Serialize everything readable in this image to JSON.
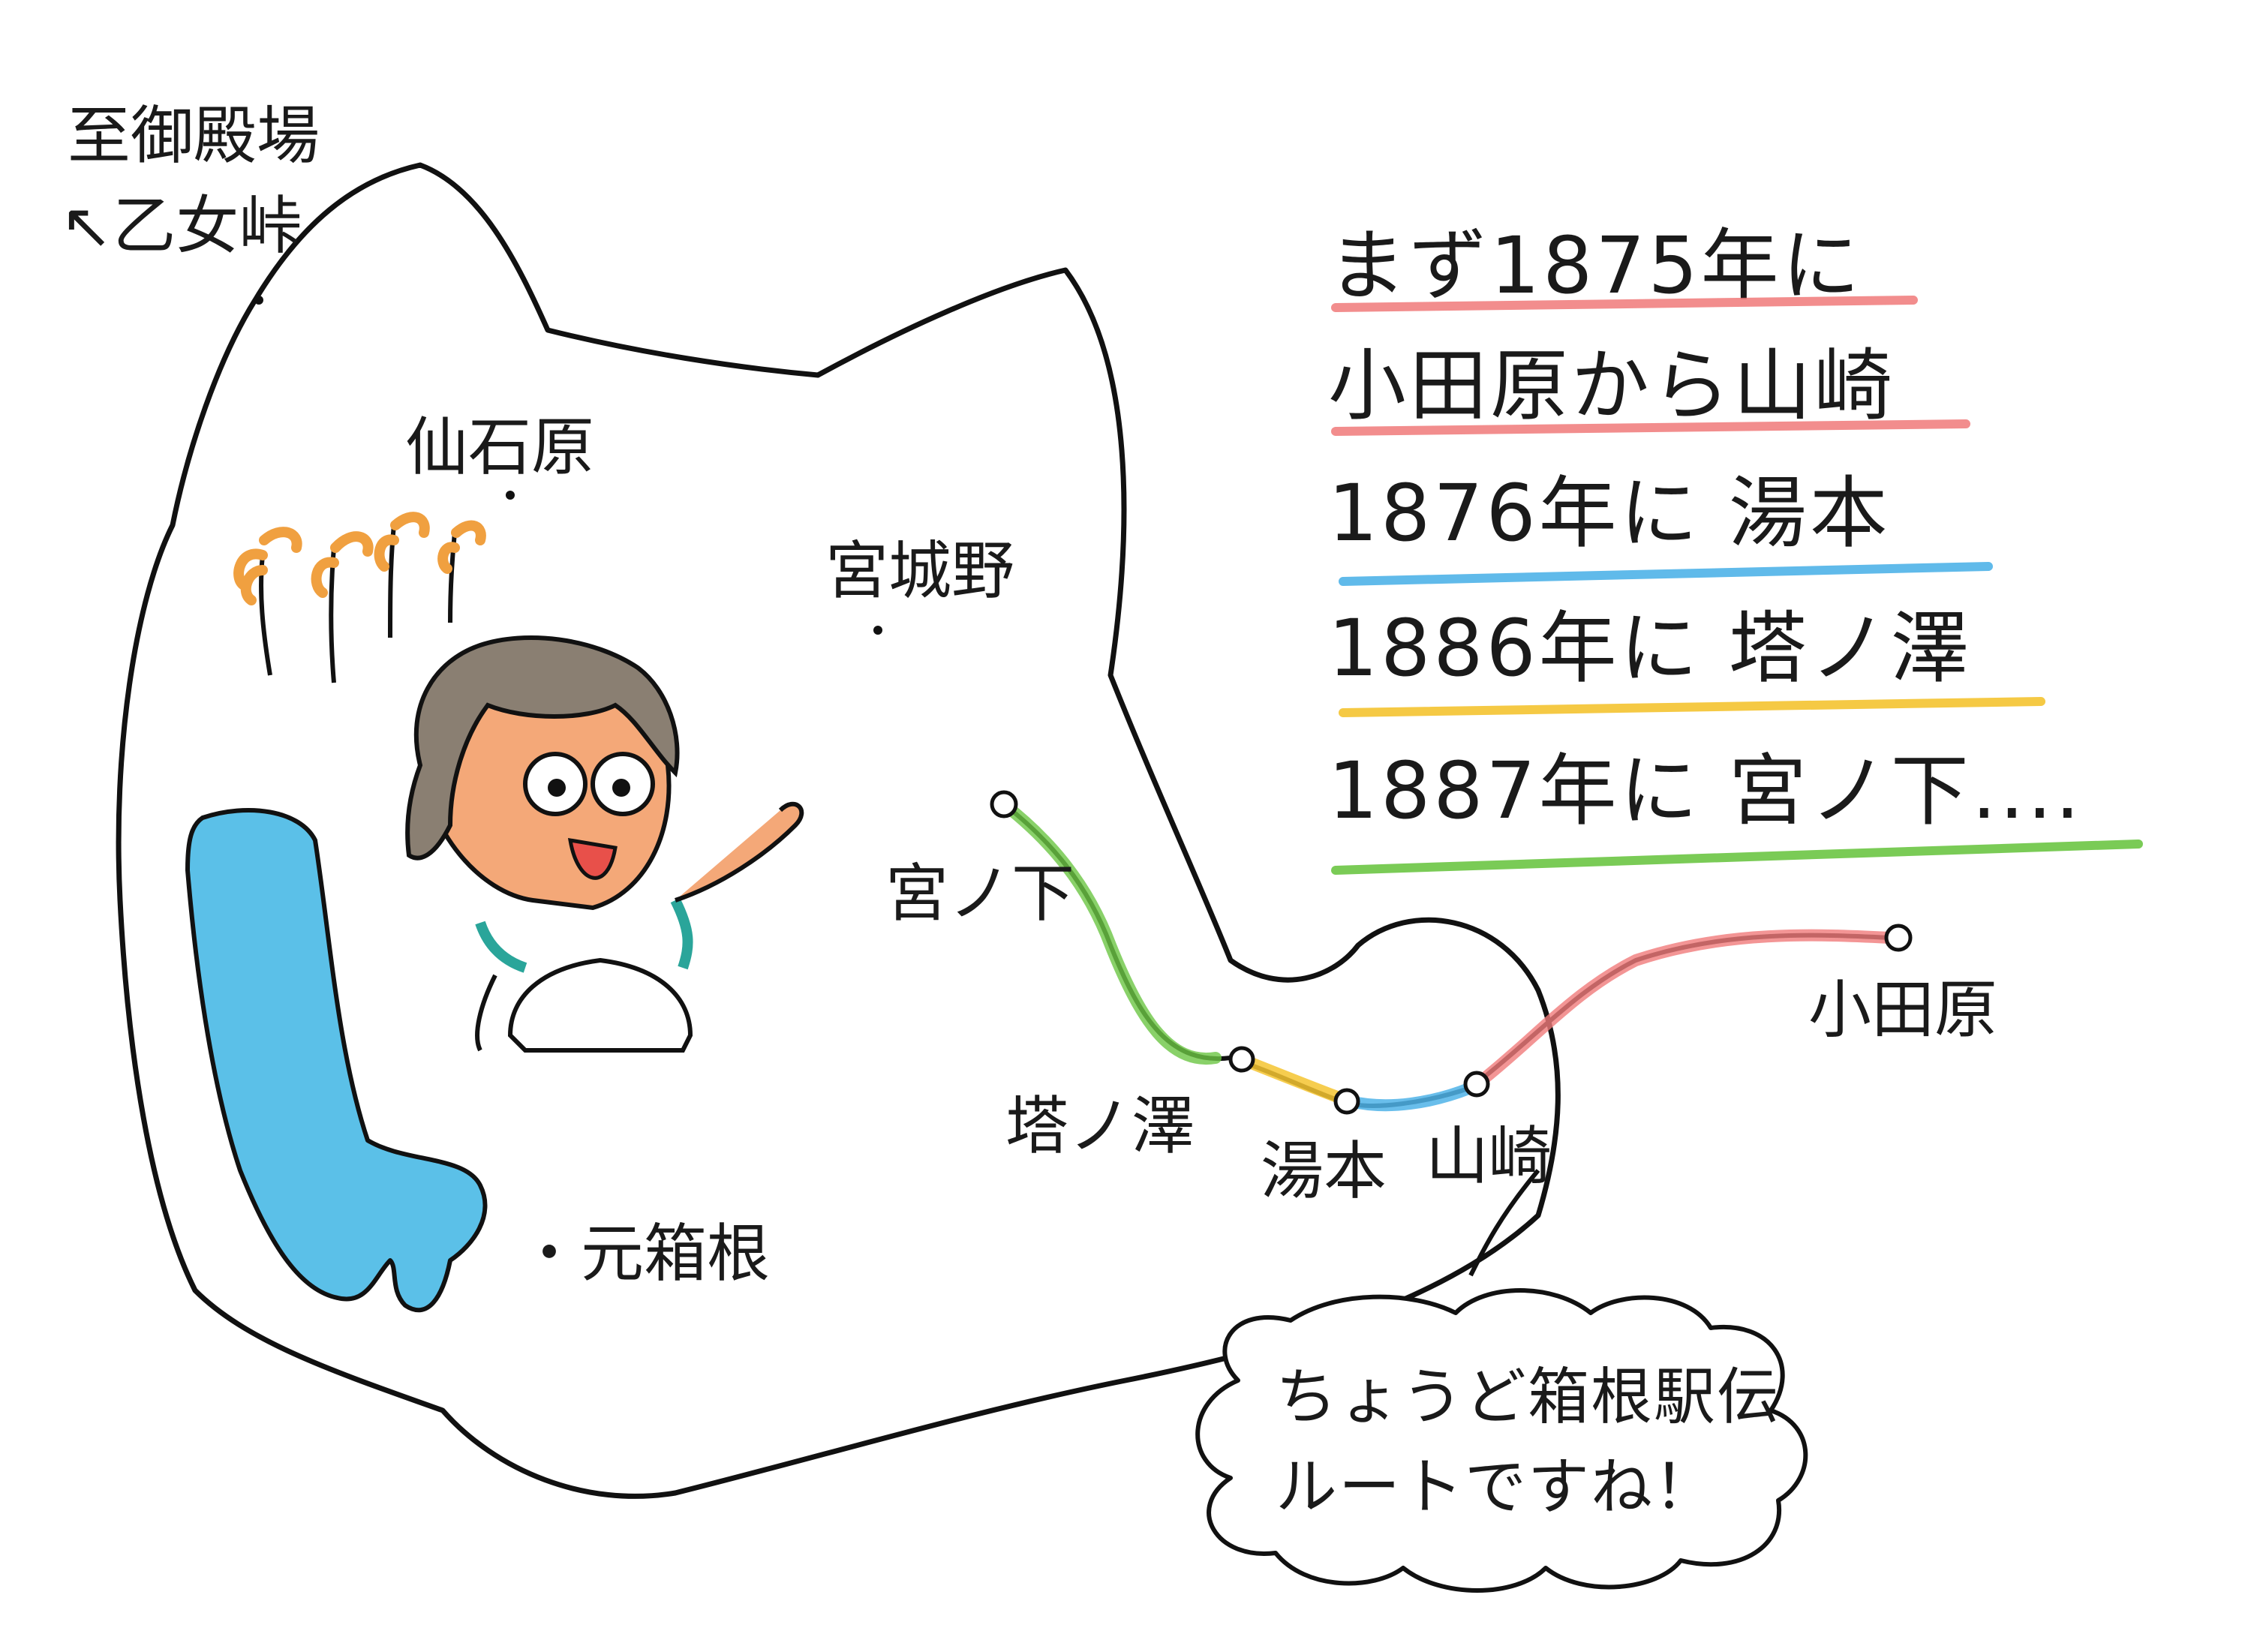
{
  "labels": {
    "to_gotemba": "至御殿場",
    "otome_pass": "↖乙女峠",
    "sengokuhara": "仙石原",
    "miyagino": "宮城野",
    "miyanoshita": "宮ノ下",
    "tonosawa": "塔ノ澤",
    "yumoto": "湯本",
    "yamazaki": "山崎",
    "odawara": "小田原",
    "motohakone": "・元箱根"
  },
  "timeline": [
    {
      "text": "まず1875年に",
      "color": "#f07a7a"
    },
    {
      "text": "小田原から山崎",
      "color": "#f07a7a"
    },
    {
      "text": "1876年に 湯本",
      "color": "#4fb3e8"
    },
    {
      "text": "1886年に 塔ノ澤",
      "color": "#f4c430"
    },
    {
      "text": "1887年に 宮ノ下....",
      "color": "#6cc644"
    }
  ],
  "bubble": {
    "line1": "ちょうど箱根駅伝",
    "line2": "ルートですね！"
  },
  "colors": {
    "lake": "#5bc0e8",
    "grass": "#f0a040",
    "skin": "#f4a878",
    "hair": "#8a7f72",
    "shirt_trim": "#2aa59a",
    "route_1875": "#f07a7a",
    "route_1876": "#4fb3e8",
    "route_1886": "#f4c430",
    "route_1887": "#6cc644"
  }
}
